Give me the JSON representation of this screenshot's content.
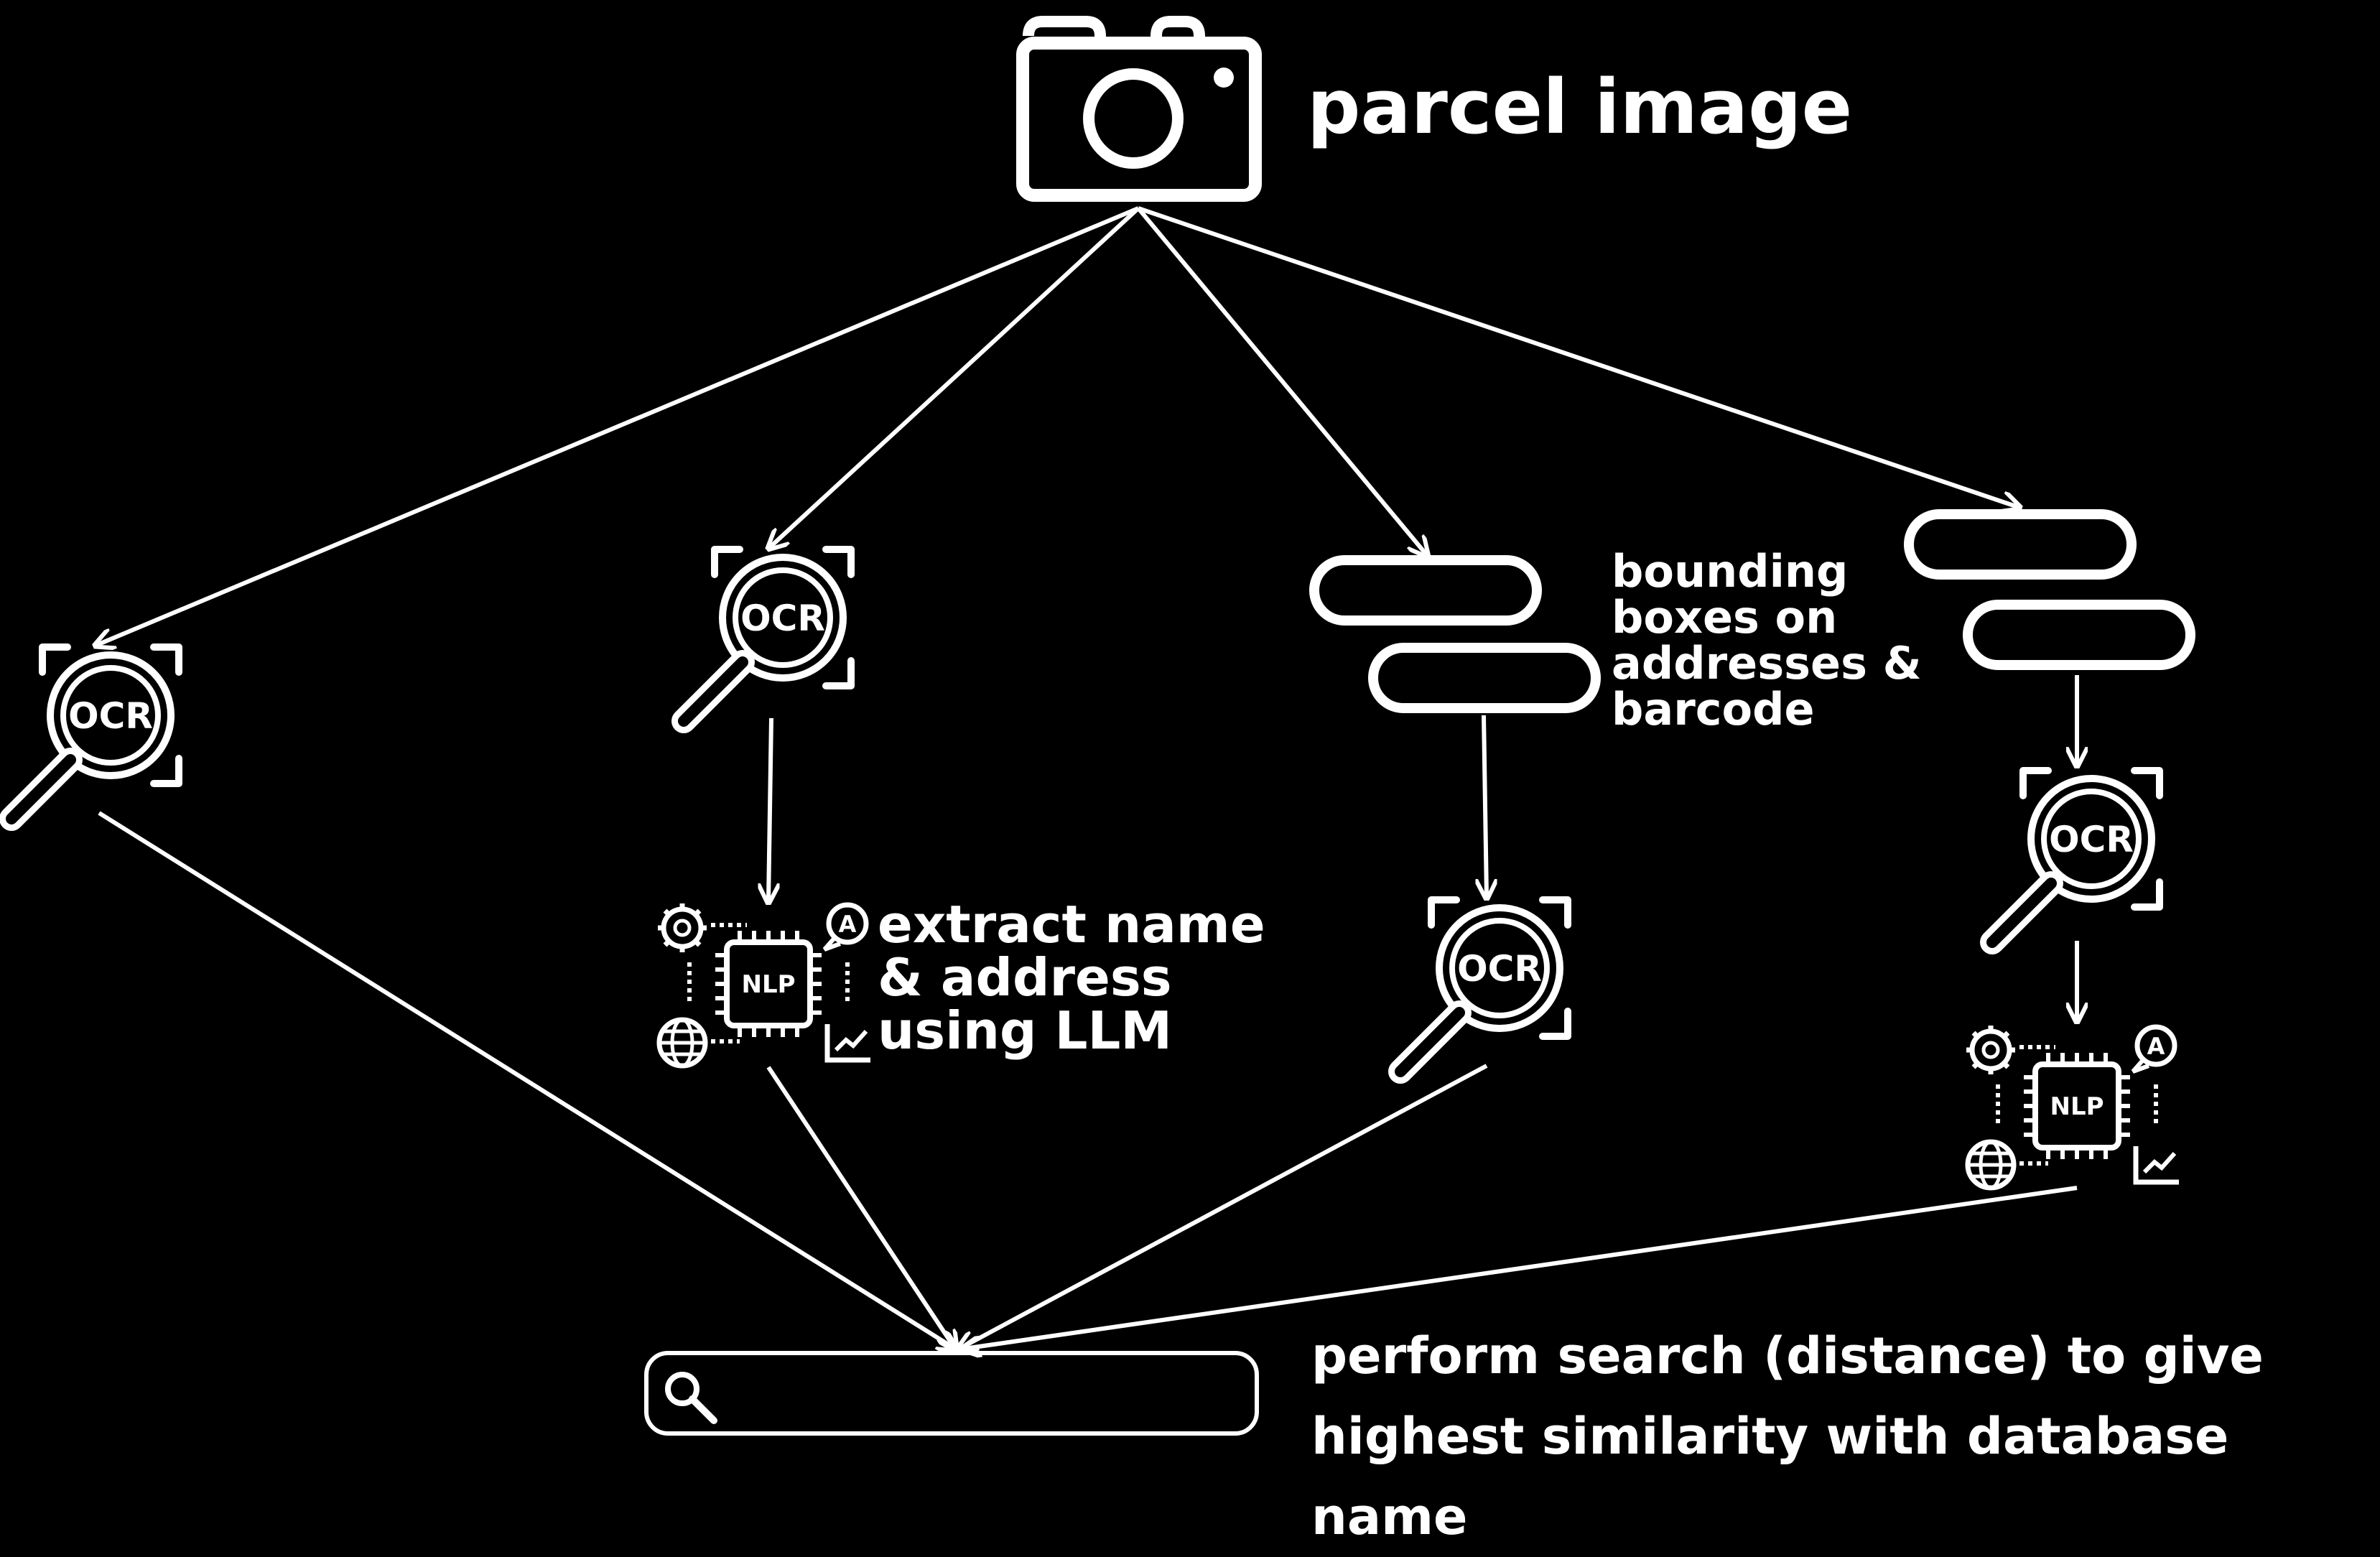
{
  "title": "parcel image",
  "labels": {
    "bounding": "bounding\nboxes on\naddresses &\nbarcode",
    "llm": "extract name\n& address\nusing LLM",
    "search": "perform search (distance) to give\nhighest similarity with database name"
  },
  "icons": {
    "camera": "camera-icon",
    "ocr": "ocr-magnifier-icon",
    "nlp": "nlp-chip-icon",
    "search": "search-icon"
  },
  "ocr_text": "OCR",
  "nlp_text": "NLP",
  "nlp_badge": "A",
  "colors": {
    "background": "#000000",
    "foreground": "#ffffff"
  }
}
